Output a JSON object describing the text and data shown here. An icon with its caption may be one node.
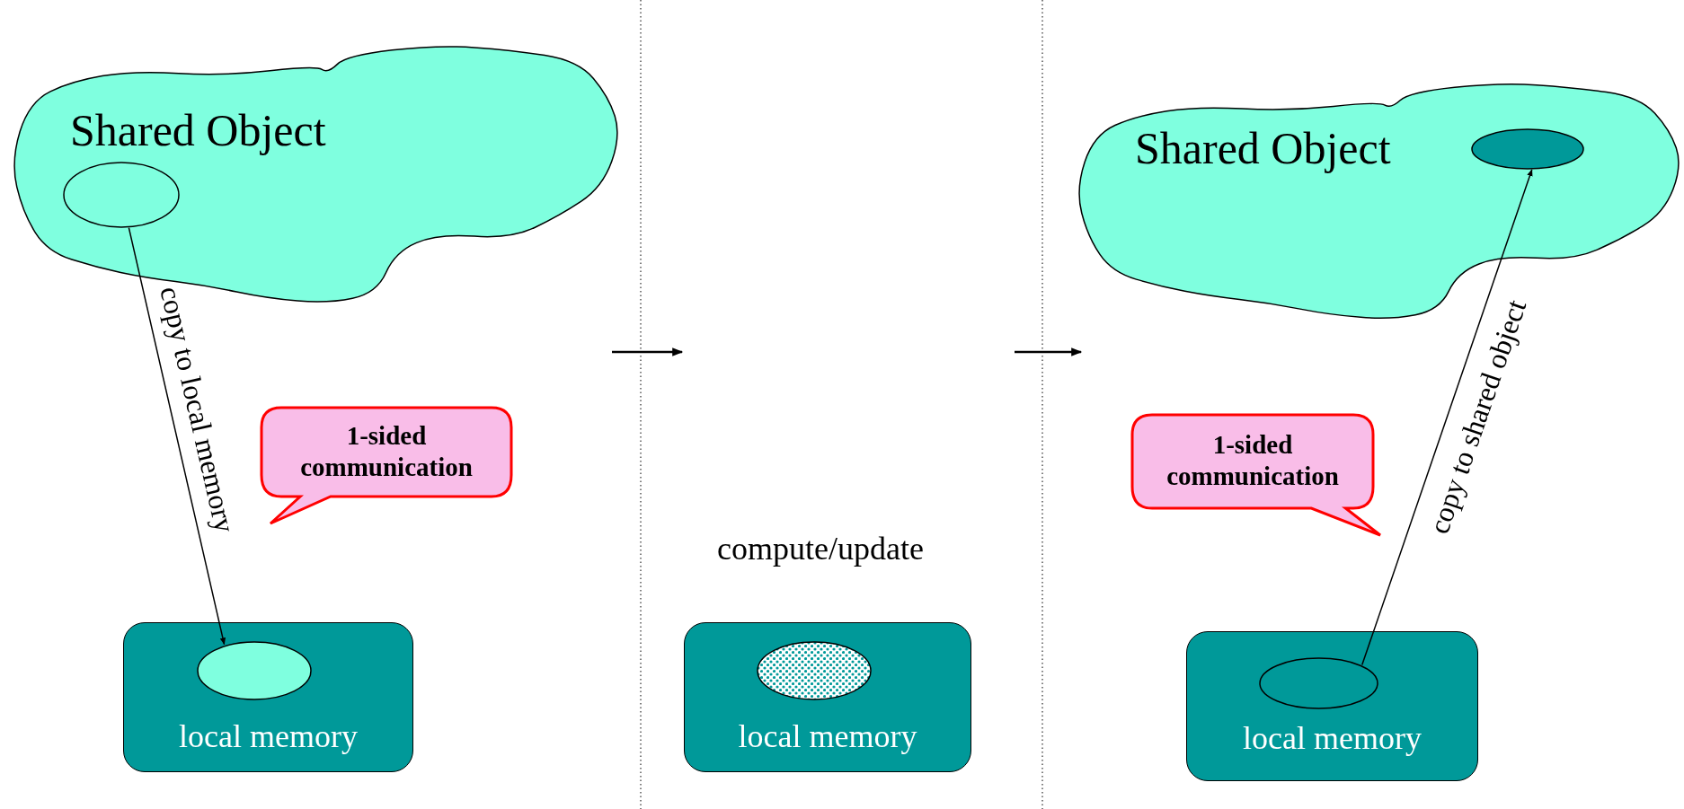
{
  "diagram": {
    "nodes": [
      {
        "text": [
          "Shared Object"
        ]
      },
      {
        "text": [],
        "shape": "ellipse",
        "in": 0
      },
      {
        "text": [
          "local memory"
        ]
      },
      {
        "text": [],
        "shape": "ellipse",
        "in": 2
      },
      {
        "text": [
          "1-sided communication"
        ]
      },
      {
        "text": [
          "local memory"
        ]
      },
      {
        "text": [],
        "shape": "ellipse",
        "in": 5
      },
      {
        "text": [
          "Shared Object"
        ]
      },
      {
        "text": [],
        "shape": "ellipse",
        "in": 7
      },
      {
        "text": [
          "1-sided communication"
        ]
      },
      {
        "text": [
          "local memory"
        ]
      },
      {
        "text": [],
        "shape": "ellipse",
        "in": 10
      }
    ],
    "edges": [
      {
        "from": 1,
        "to": 3,
        "arrow": "to",
        "label": "copy to local memory"
      },
      {
        "from": 11,
        "to": 8,
        "arrow": "to",
        "label": "copy to shared object"
      }
    ],
    "labels": [
      "compute/update"
    ]
  }
}
